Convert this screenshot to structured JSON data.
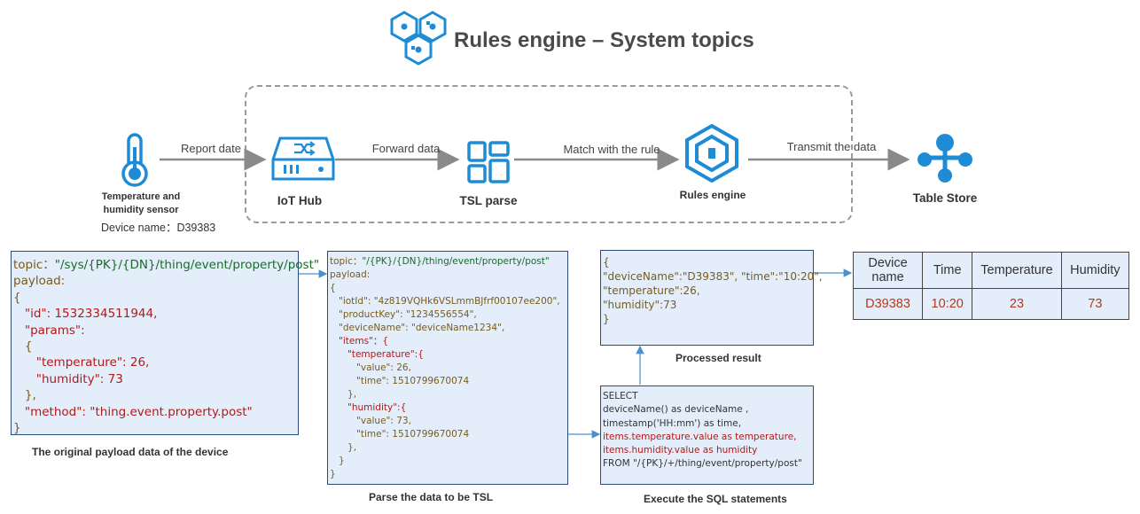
{
  "title": "Rules engine – System topics",
  "flow": {
    "labels": {
      "report": "Report date",
      "forward": "Forward data",
      "match": "Match with the rule",
      "transmit": "Transmit the data"
    },
    "sensor_label": "Temperature and humidity sensor",
    "device_name": "Device name：D39383",
    "nodes": {
      "iothub": "IoT Hub",
      "tsl": "TSL parse",
      "rules": "Rules engine",
      "store": "Table Store"
    }
  },
  "payload_box": {
    "lines": [
      "topic：\"/sys/{PK}/{DN}/thing/event/property/post\"",
      "payload:",
      "{",
      "   \"id\": 1532334511944,",
      "   \"params\":",
      "   {",
      "      \"temperature\": 26,",
      "      \"humidity\": 73",
      "   },",
      "   \"method\": \"thing.event.property.post\"",
      "}"
    ],
    "caption": "The original payload data of the device"
  },
  "tsl_box": {
    "lines": [
      "topic：\"/{PK}/{DN}/thing/event/property/post\"",
      "payload:",
      "{",
      "   \"iotId\": \"4z819VQHk6VSLmmBJfrf00107ee200\",",
      "   \"productKey\": \"1234556554\",",
      "   \"deviceName\": \"deviceName1234\",",
      "   \"items\"：{",
      "      \"temperature\":{",
      "         \"value\": 26,",
      "         \"time\": 1510799670074",
      "      },",
      "      \"humidity\":{",
      "         \"value\": 73,",
      "         \"time\": 1510799670074",
      "      },",
      "   }",
      "}"
    ],
    "caption": "Parse the data to be TSL"
  },
  "result_box": {
    "lines": [
      "{",
      "\"deviceName\":\"D39383\", \"time\":\"10:20\",",
      "\"temperature\":26,",
      "\"humidity\":73",
      "}"
    ],
    "caption": "Processed result"
  },
  "sql_box": {
    "lines": [
      "SELECT",
      "deviceName() as deviceName ,",
      "timestamp('HH:mm') as time,",
      "items.temperature.value as temperature,",
      "items.humidity.value as humidity",
      "FROM \"/{PK}/+/thing/event/property/post\""
    ],
    "caption": "Execute the SQL statements"
  },
  "table_store": {
    "headers": [
      "Device name",
      "Time",
      "Temperature",
      "Humidity"
    ],
    "row": [
      "D39383",
      "10:20",
      "23",
      "73"
    ]
  },
  "colors": {
    "accent": "#1e8bd6",
    "box_fill": "#e3eefa",
    "box_border": "#2a4a7a",
    "key_red": "#b01a1a",
    "value_gold": "#7a5b1a",
    "connector": "#4a90d0"
  }
}
